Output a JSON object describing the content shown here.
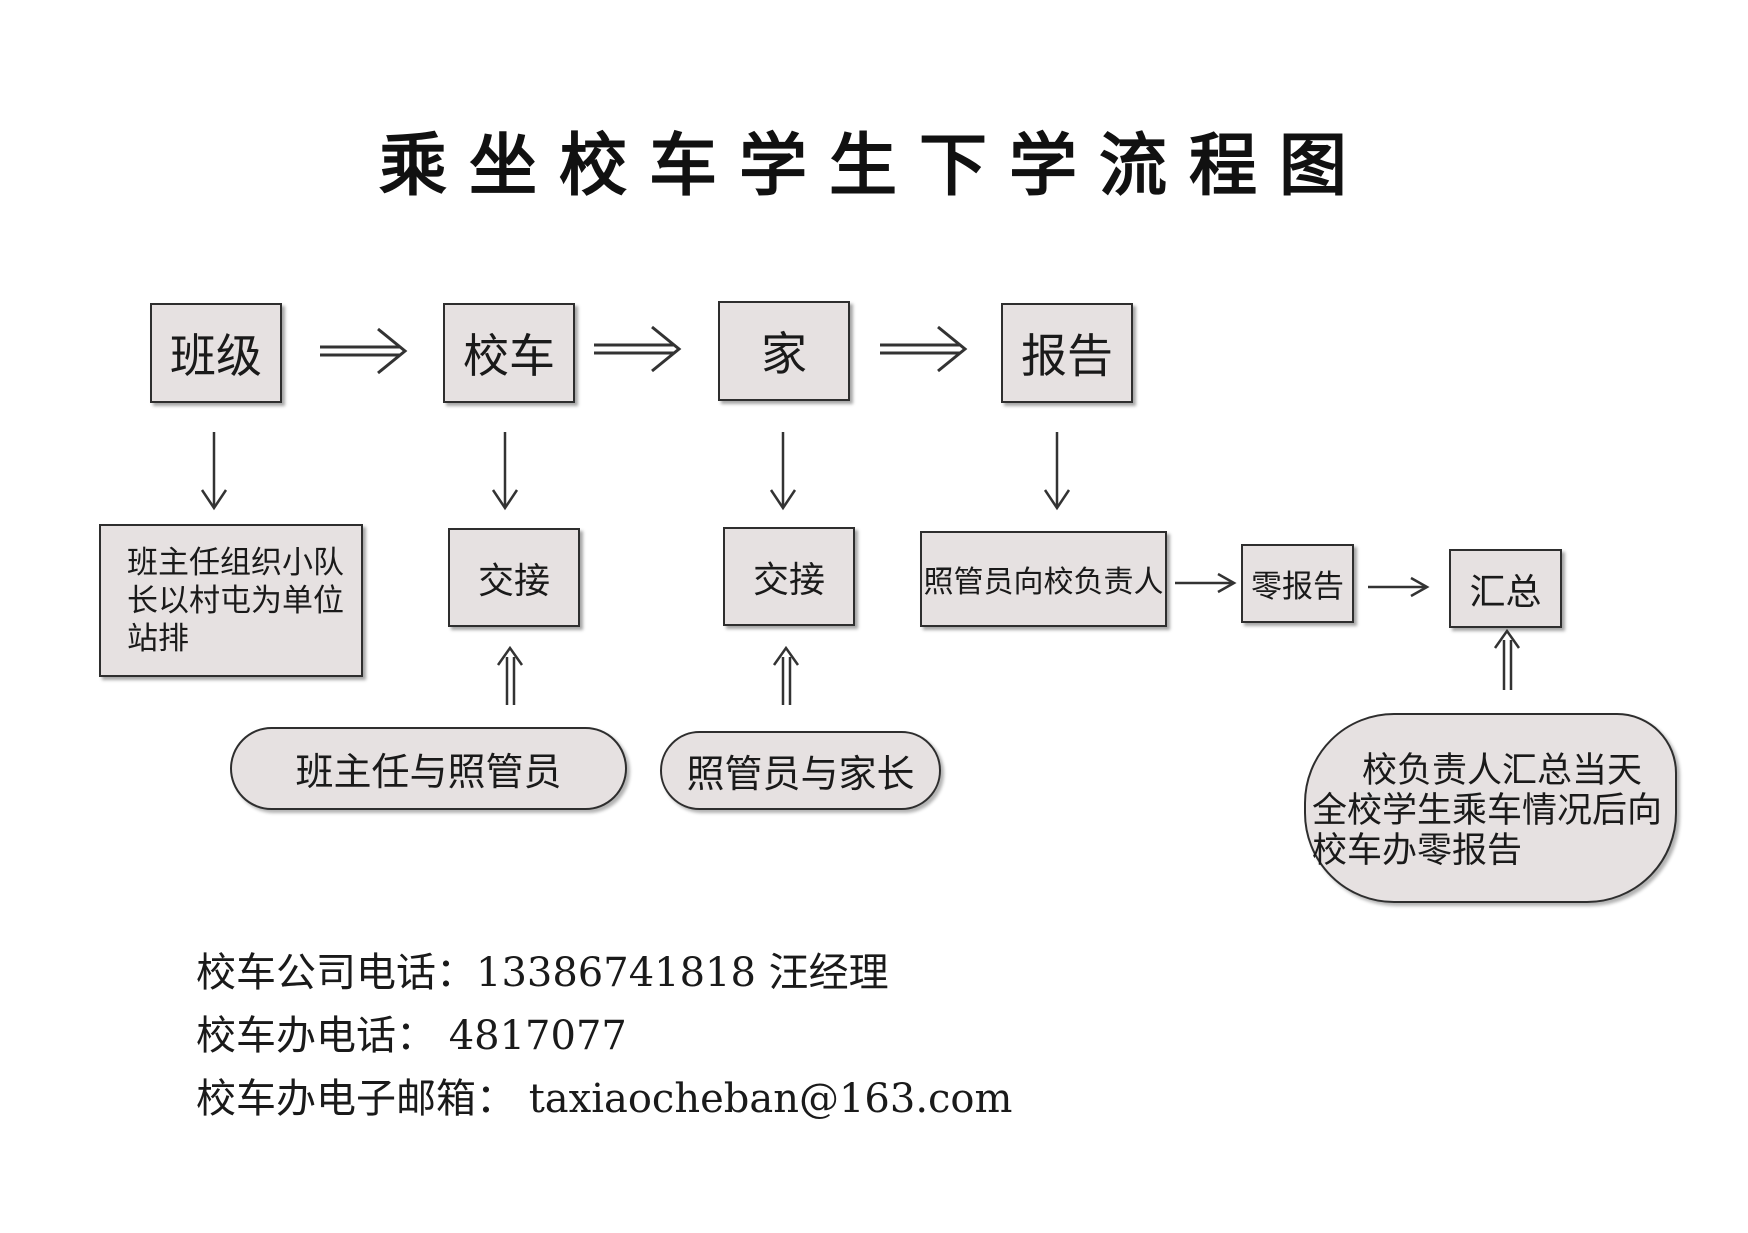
{
  "title": "乘坐校车学生下学流程图",
  "steps": {
    "class": "班级",
    "bus": "校车",
    "home": "家",
    "report": "报告"
  },
  "subs": {
    "class_detail": "班主任组织小队长以村屯为单位站排",
    "bus_handover": "交接",
    "home_handover": "交接",
    "report_detail": "照管员向校负责人",
    "zero_report": "零报告",
    "summary": "汇总"
  },
  "parties": {
    "bus_party": "班主任与照管员",
    "home_party": "照管员与家长",
    "summary_detail": "校负责人汇总当天全校学生乘车情况后向校车办零报告"
  },
  "contacts": {
    "company": "校车公司电话：13386741818  汪经理",
    "office_phone": "校车办电话：  4817077",
    "office_email": "校车办电子邮箱：  taxiaocheban@163.com"
  },
  "colors": {
    "box_fill": "#e6e1e1",
    "border": "#2e2e2e"
  }
}
